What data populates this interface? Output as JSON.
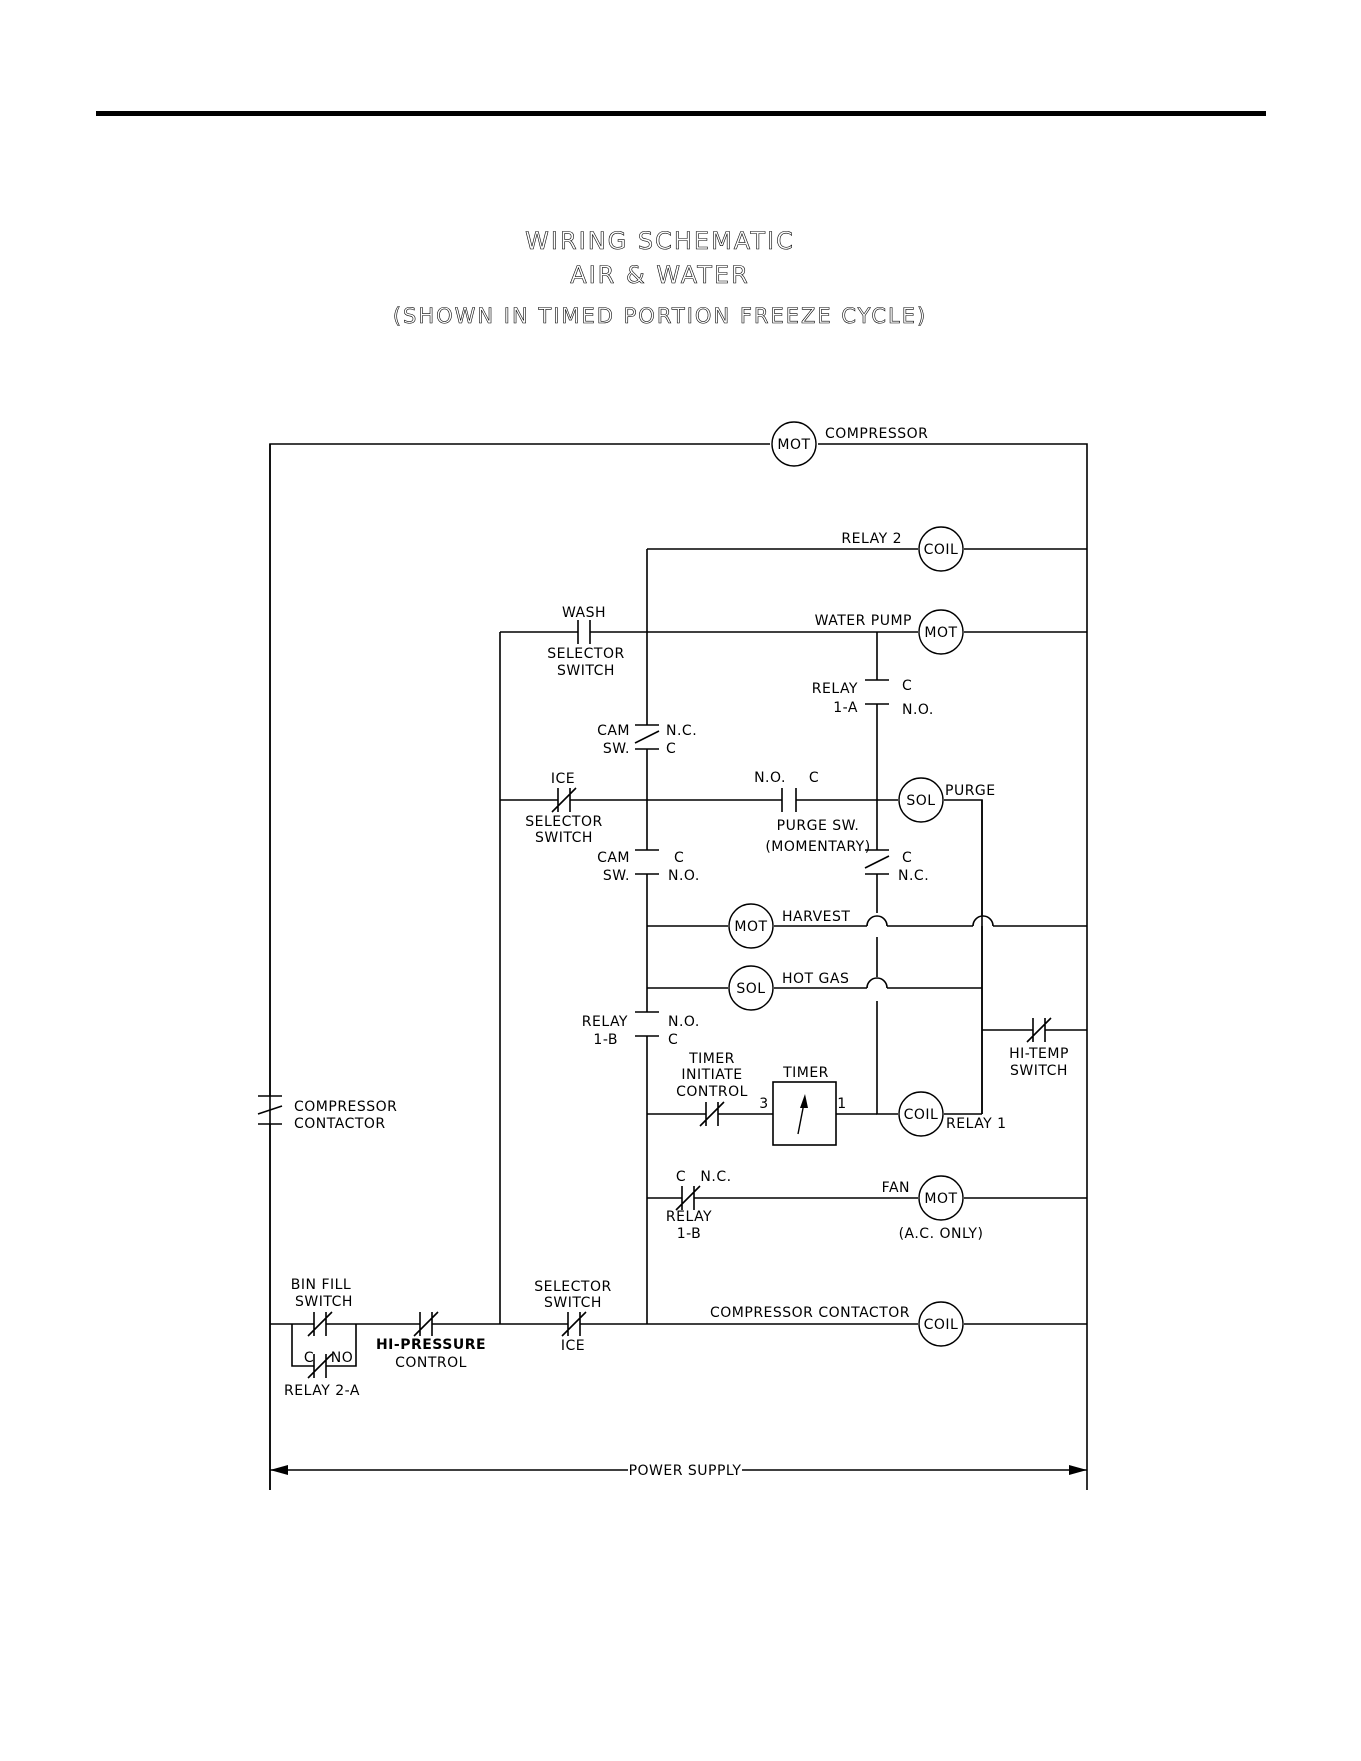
{
  "title": {
    "line1": "WIRING SCHEMATIC",
    "line2": "AIR & WATER",
    "line3": "(SHOWN IN TIMED PORTION FREEZE CYCLE)"
  },
  "components": {
    "compressor_motor": {
      "symbol": "MOT",
      "label": "COMPRESSOR"
    },
    "relay2_coil": {
      "symbol": "COIL",
      "label": "RELAY 2"
    },
    "water_pump_motor": {
      "symbol": "MOT",
      "label": "WATER PUMP"
    },
    "purge_solenoid": {
      "symbol": "SOL",
      "label": "PURGE"
    },
    "harvest_motor": {
      "symbol": "MOT",
      "label": "HARVEST"
    },
    "hot_gas_solenoid": {
      "symbol": "SOL",
      "label": "HOT GAS"
    },
    "relay1_coil": {
      "symbol": "COIL",
      "label": "RELAY 1"
    },
    "fan_motor": {
      "symbol": "MOT",
      "label": "FAN",
      "note": "(A.C. ONLY)"
    },
    "compressor_contactor_coil": {
      "symbol": "COIL",
      "label": "COMPRESSOR CONTACTOR"
    },
    "timer": {
      "label": "TIMER",
      "terminal_in": "3",
      "terminal_out": "1"
    }
  },
  "switches": {
    "wash_selector": {
      "position": "WASH",
      "line1": "SELECTOR",
      "line2": "SWITCH"
    },
    "ice_selector_upper": {
      "position": "ICE",
      "line1": "SELECTOR",
      "line2": "SWITCH"
    },
    "cam_sw_upper": {
      "line1": "CAM",
      "line2": "SW.",
      "t1": "N.C.",
      "t2": "C"
    },
    "cam_sw_lower": {
      "line1": "CAM",
      "line2": "SW.",
      "t1": "C",
      "t2": "N.O."
    },
    "relay_1a_upper": {
      "line1": "RELAY",
      "line2": "1-A",
      "t1": "C",
      "t2": "N.O."
    },
    "relay_1a_lower": {
      "t1": "C",
      "t2": "N.C."
    },
    "purge_sw": {
      "t1": "N.O.",
      "t2": "C",
      "line1": "PURGE SW.",
      "line2": "(MOMENTARY)"
    },
    "relay_1b_upper": {
      "line1": "RELAY",
      "line2": "1-B",
      "t1": "N.O.",
      "t2": "C"
    },
    "timer_initiate": {
      "line1": "TIMER",
      "line2": "INITIATE",
      "line3": "CONTROL"
    },
    "relay_1b_lower": {
      "t1": "C",
      "t2": "N.C.",
      "line1": "RELAY",
      "line2": "1-B"
    },
    "hi_temp": {
      "line1": "HI-TEMP",
      "line2": "SWITCH"
    },
    "compressor_contactor": {
      "line1": "COMPRESSOR",
      "line2": "CONTACTOR"
    },
    "bin_fill": {
      "line1": "BIN FILL",
      "line2": "SWITCH"
    },
    "relay_2a": {
      "t1": "C",
      "t2": "NO",
      "label": "RELAY 2-A"
    },
    "hi_pressure": {
      "line1": "HI-PRESSURE",
      "line2": "CONTROL"
    },
    "selector_ice_lower": {
      "line1": "SELECTOR",
      "line2": "SWITCH",
      "position": "ICE"
    }
  },
  "power_supply": "POWER SUPPLY"
}
